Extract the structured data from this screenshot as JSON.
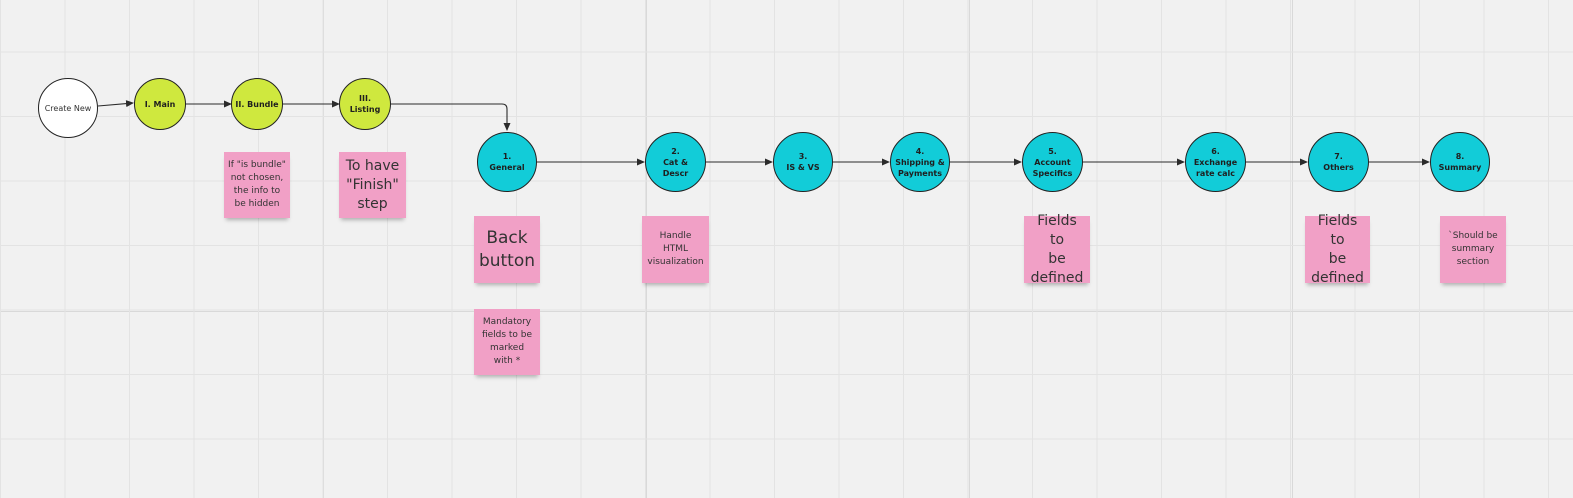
{
  "diagram": {
    "nodes": {
      "create_new": "Create New",
      "main": "I. Main",
      "bundle": "II. Bundle",
      "listing": "III.\nListing",
      "general": "1.\nGeneral",
      "cat_descr": "2.\nCat &\nDescr",
      "is_vs": "3.\nIS & VS",
      "shipping": "4.\nShipping &\nPayments",
      "account": "5.\nAccount\nSpecifics",
      "exchange": "6.\nExchange\nrate calc",
      "others": "7.\nOthers",
      "summary": "8.\nSummary"
    },
    "notes": {
      "bundle_note": "If \"is bundle\"\nnot chosen,\nthe info to\nbe hidden",
      "finish_note": "To have\n\"Finish\"\nstep",
      "back_note": "Back\nbutton",
      "mandatory_note": "Mandatory\nfields to be\nmarked\nwith *",
      "html_note": "Handle\nHTML\nvisualization",
      "account_note": "Fields to\nbe\ndefined",
      "others_note": "Fields to\nbe\ndefined",
      "summary_note": "`Should be\nsummary\nsection"
    },
    "colors": {
      "main_step": "#cfe83e",
      "sub_step": "#12ccd8",
      "start": "#ffffff",
      "sticky_note": "#f1a0c6"
    }
  }
}
